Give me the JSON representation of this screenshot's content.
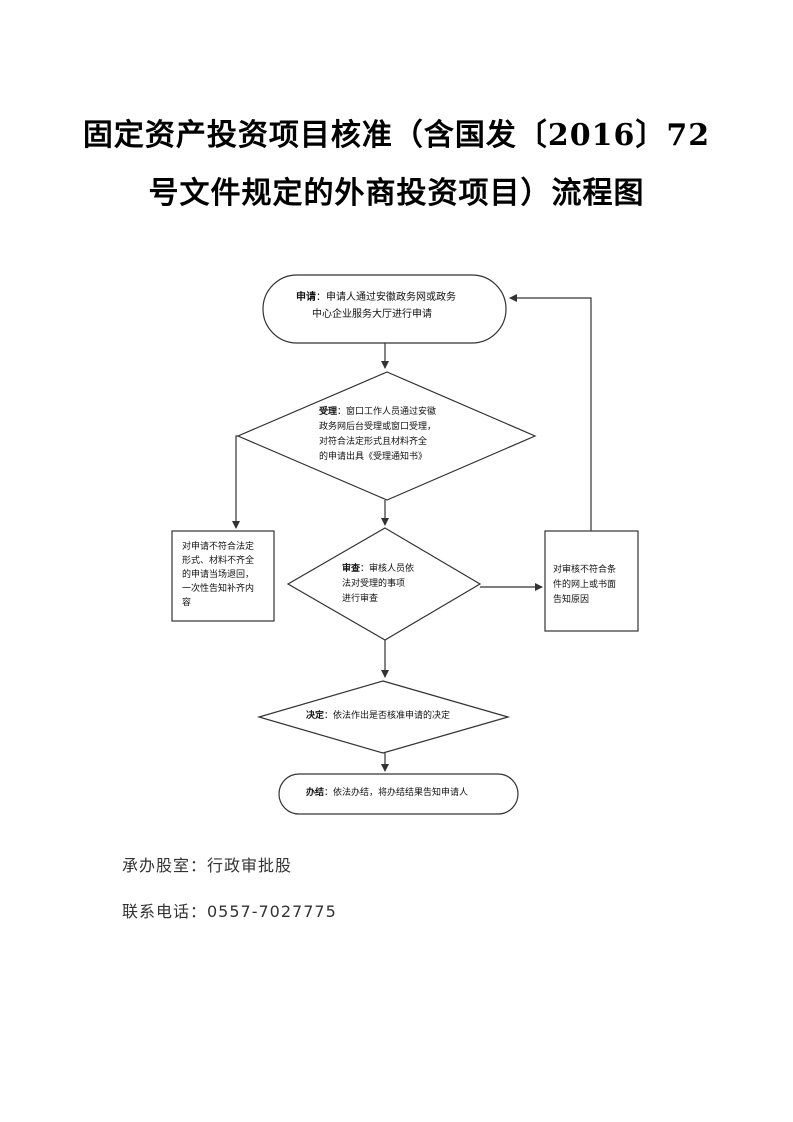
{
  "title": {
    "line1": "固定资产投资项目核准（含国发〔2016〕72",
    "line2": "号文件规定的外商投资项目）流程图"
  },
  "flow": {
    "apply": {
      "label": "申请",
      "text1": "：申请人通过安徽政务网或政务",
      "text2": "中心企业服务大厅进行申请"
    },
    "accept": {
      "label": "受理",
      "text1": "：窗口工作人员通过安徽",
      "text2": "政务网后台受理或窗口受理，",
      "text3": "对符合法定形式且材料齐全",
      "text4": "的申请出具《受理通知书》"
    },
    "reject_left": {
      "text1": "对申请不符合法定",
      "text2": "形式、材料不齐全",
      "text3": "的申请当场退回，",
      "text4": "一次性告知补齐内",
      "text5": "容"
    },
    "review": {
      "label": "审查",
      "text1": "：审核人员依",
      "text2": "法对受理的事项",
      "text3": "进行审查"
    },
    "reject_right": {
      "text1": "对审核不符合条",
      "text2": "件的网上或书面",
      "text3": "告知原因"
    },
    "decide": {
      "label": "决定",
      "text": "：依法作出是否核准申请的决定"
    },
    "finish": {
      "label": "办结",
      "text": "：依法办结，将办结结果告知申请人"
    }
  },
  "footer": {
    "department": "承办股室：行政审批股",
    "phone": "联系电话：0557-7027775"
  }
}
